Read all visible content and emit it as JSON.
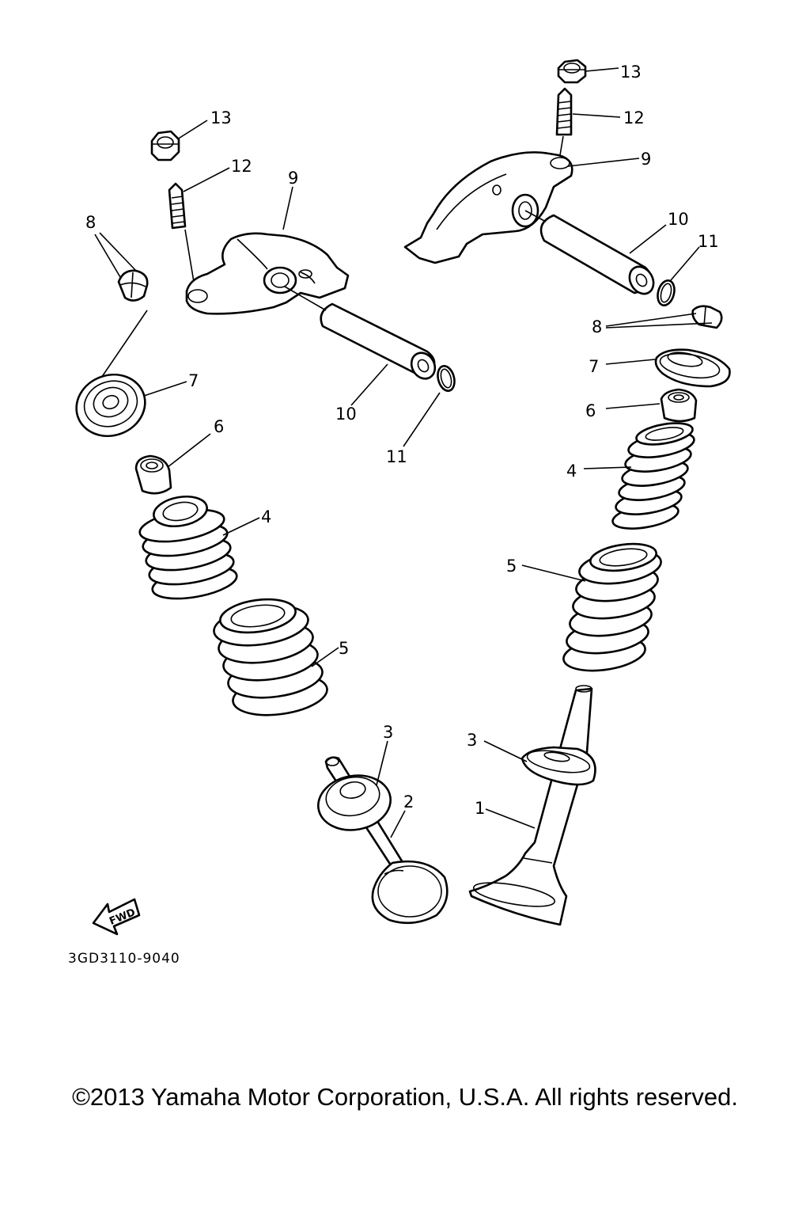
{
  "diagram": {
    "drawing_code": "3GD3110-9040",
    "fwd_label": "FWD",
    "callouts": {
      "left": {
        "nut": "13",
        "adjuster": "12",
        "rocker_arm": "9",
        "retainer_cotter": "8",
        "retainer": "7",
        "shaft": "10",
        "o_ring": "11",
        "seal": "6",
        "inner_spring": "4",
        "outer_spring": "5",
        "seat": "3",
        "valve": "2"
      },
      "right": {
        "nut": "13",
        "adjuster": "12",
        "rocker_arm": "9",
        "shaft": "10",
        "o_ring": "11",
        "retainer_cotter": "8",
        "retainer": "7",
        "seal": "6",
        "inner_spring": "4",
        "outer_spring": "5",
        "seat": "3",
        "valve": "1"
      }
    }
  },
  "footer": {
    "copyright": "©2013 Yamaha Motor Corporation, U.S.A. All rights reserved."
  }
}
